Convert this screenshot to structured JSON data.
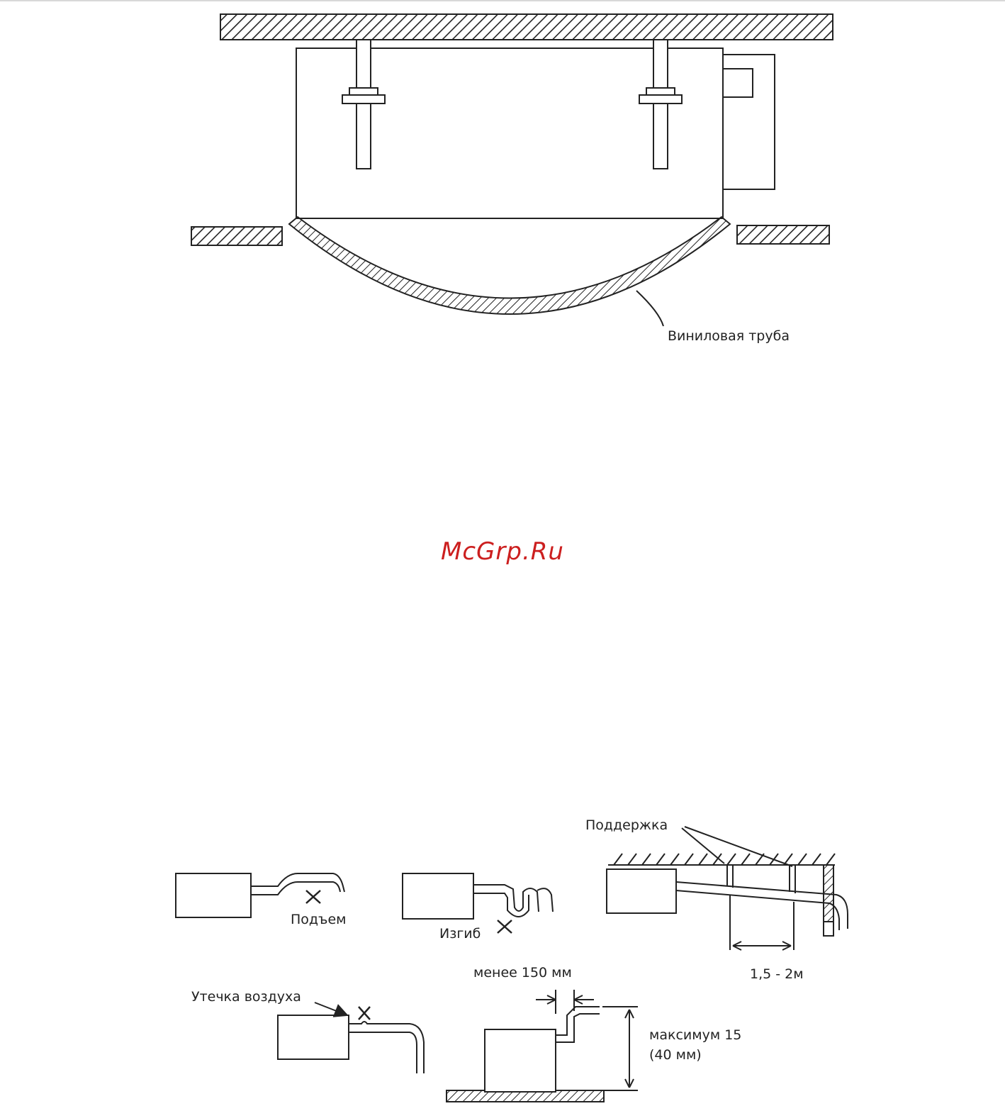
{
  "figure_top": {
    "label_vinyl_pipe": "Виниловая труба"
  },
  "watermark": {
    "text": "McGrp.Ru",
    "color": "#cc1f1f"
  },
  "figure_bottom": {
    "label_rise": "Подъем",
    "label_bend": "Изгиб",
    "label_support": "Поддержка",
    "label_spacing": "1,5 - 2м",
    "label_air_leak": "Утечка воздуха",
    "label_less_than": "менее 150 мм",
    "label_max_line1": "максимум 15",
    "label_max_line2": "(40 мм)"
  },
  "colors": {
    "line": "#222222",
    "hatch": "#222222"
  }
}
